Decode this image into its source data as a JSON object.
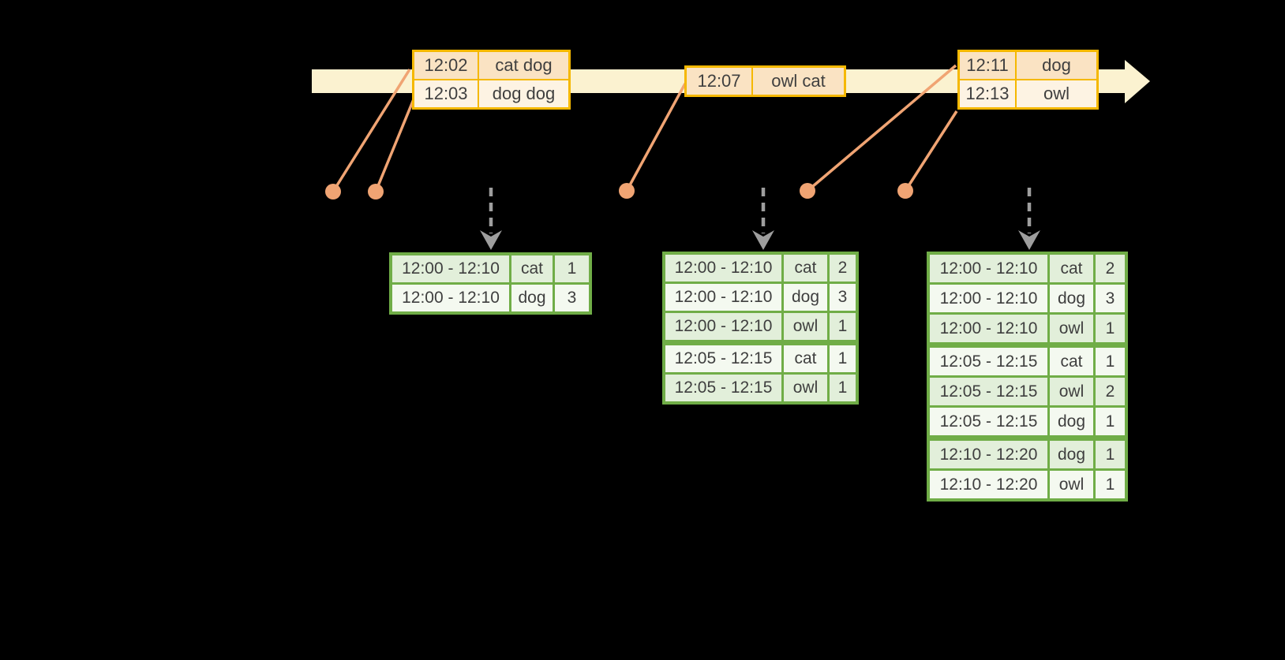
{
  "colors": {
    "background": "#000000",
    "band": "#fbf2d0",
    "event-border": "#f5b800",
    "event-row-dark": "#fae3c3",
    "event-row-light": "#fdf3e3",
    "connector": "#f0a473",
    "arrow": "#9e9e9e",
    "result-border": "#70ad47",
    "result-row-green": "#e2efda",
    "result-row-white": "#f4f9f0",
    "text": "#3f3f3f"
  },
  "timeline": {
    "event_boxes": [
      {
        "rows": [
          {
            "time": "12:02",
            "words": "cat dog"
          },
          {
            "time": "12:03",
            "words": "dog dog"
          }
        ]
      },
      {
        "rows": [
          {
            "time": "12:07",
            "words": "owl cat"
          }
        ]
      },
      {
        "rows": [
          {
            "time": "12:11",
            "words": "dog"
          },
          {
            "time": "12:13",
            "words": "owl"
          }
        ]
      }
    ]
  },
  "result_tables": [
    {
      "groups": [
        {
          "rows": [
            {
              "window": "12:00 - 12:10",
              "word": "cat",
              "count": "1"
            },
            {
              "window": "12:00 - 12:10",
              "word": "dog",
              "count": "3"
            }
          ]
        }
      ]
    },
    {
      "groups": [
        {
          "rows": [
            {
              "window": "12:00 - 12:10",
              "word": "cat",
              "count": "2"
            },
            {
              "window": "12:00 - 12:10",
              "word": "dog",
              "count": "3"
            },
            {
              "window": "12:00 - 12:10",
              "word": "owl",
              "count": "1"
            }
          ]
        },
        {
          "rows": [
            {
              "window": "12:05 - 12:15",
              "word": "cat",
              "count": "1"
            },
            {
              "window": "12:05 - 12:15",
              "word": "owl",
              "count": "1"
            }
          ]
        }
      ]
    },
    {
      "groups": [
        {
          "rows": [
            {
              "window": "12:00 - 12:10",
              "word": "cat",
              "count": "2"
            },
            {
              "window": "12:00 - 12:10",
              "word": "dog",
              "count": "3"
            },
            {
              "window": "12:00 - 12:10",
              "word": "owl",
              "count": "1"
            }
          ]
        },
        {
          "rows": [
            {
              "window": "12:05 - 12:15",
              "word": "cat",
              "count": "1"
            },
            {
              "window": "12:05 - 12:15",
              "word": "owl",
              "count": "2"
            },
            {
              "window": "12:05 - 12:15",
              "word": "dog",
              "count": "1"
            }
          ]
        },
        {
          "rows": [
            {
              "window": "12:10 - 12:20",
              "word": "dog",
              "count": "1"
            },
            {
              "window": "12:10 - 12:20",
              "word": "owl",
              "count": "1"
            }
          ]
        }
      ]
    }
  ]
}
